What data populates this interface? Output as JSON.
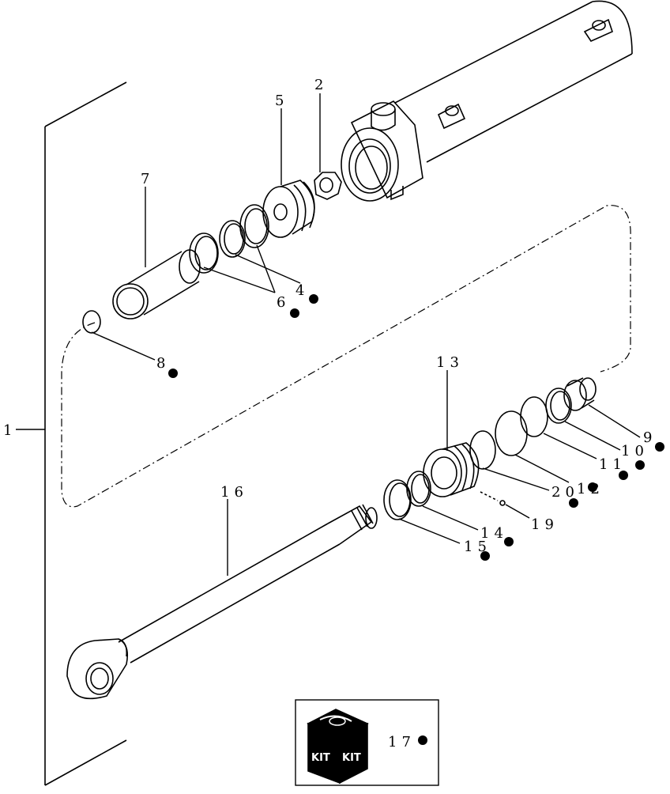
{
  "diagram": {
    "callouts": {
      "c1": "1",
      "c2": "2",
      "c4": "4",
      "c5": "5",
      "c6": "6",
      "c7": "7",
      "c8": "8",
      "c9": "9",
      "c10": "10",
      "c11": "11",
      "c12": "12",
      "c13": "13",
      "c14": "14",
      "c15": "15",
      "c16": "16",
      "c17": "17",
      "c19": "19",
      "c20": "20"
    },
    "kit": {
      "label_left": "KIT",
      "label_right": "KIT"
    },
    "colors": {
      "line": "#000000",
      "background": "#ffffff"
    }
  }
}
